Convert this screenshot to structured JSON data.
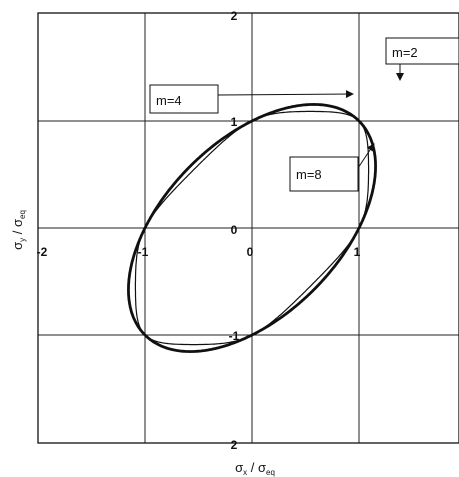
{
  "chart_data": {
    "type": "line",
    "title": "",
    "xlabel": "σx / σeq",
    "ylabel": "σy / σeq",
    "xlabel_parts": {
      "sym": "σ",
      "sub": "x",
      "sep": " / ",
      "sym2": "σ",
      "sub2": "eq"
    },
    "ylabel_parts": {
      "sym": "σ",
      "sub": "y",
      "sep": " / ",
      "sym2": "σ",
      "sub2": "eq"
    },
    "xlim": [
      -2,
      2
    ],
    "ylim": [
      -2,
      2
    ],
    "xticks": [
      -2,
      -1,
      0,
      1
    ],
    "yticks": [
      2,
      1,
      0,
      -1,
      -2
    ],
    "xtick_labels": [
      "-2",
      "-1",
      "0",
      "1"
    ],
    "ytick_labels": [
      "2",
      "1",
      "0",
      "-1",
      "2"
    ],
    "grid": true,
    "series": [
      {
        "name": "m=2",
        "exponent": 2,
        "line": "thick"
      },
      {
        "name": "m=4",
        "exponent": 4,
        "line": "thin"
      },
      {
        "name": "m=8",
        "exponent": 8,
        "line": "thin"
      }
    ],
    "annotations": [
      {
        "text": "m=2",
        "series": "m=2",
        "box": true
      },
      {
        "text": "m=4",
        "series": "m=4",
        "box": true
      },
      {
        "text": "m=8",
        "series": "m=8",
        "box": true
      }
    ]
  }
}
